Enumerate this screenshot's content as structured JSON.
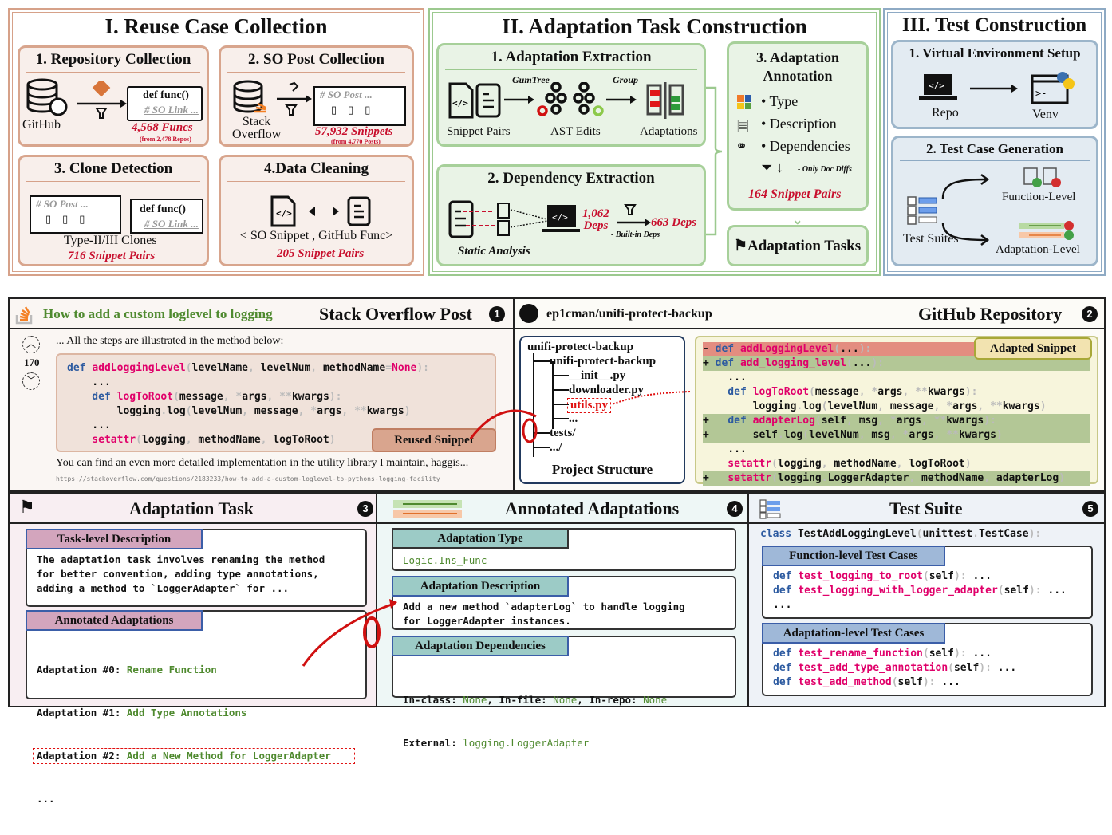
{
  "stage1": {
    "title": "I. Reuse Case Collection",
    "repo": {
      "title": "1. Repository Collection",
      "source": "GitHub",
      "code": "def func()",
      "comment": "# SO Link ...",
      "stat": "4,568 Funcs",
      "sub": "(from 2,478 Repos)"
    },
    "so": {
      "title": "2. SO Post Collection",
      "source_line1": "Stack",
      "source_line2": "Overflow",
      "comment": "# SO Post ...",
      "stat": "57,932 Snippets",
      "sub": "(from 4,770 Posts)"
    },
    "clone": {
      "title": "3. Clone Detection",
      "comment": "# SO Post ...",
      "code": "def func()",
      "link": "# SO Link ...",
      "label": "Type-II/III Clones",
      "stat": "716  Snippet Pairs"
    },
    "clean": {
      "title": "4.Data Cleaning",
      "label": "< SO Snippet , GitHub Func>",
      "stat": "205 Snippet Pairs"
    }
  },
  "stage2": {
    "title": "II. Adaptation Task Construction",
    "extract": {
      "title": "1. Adaptation Extraction",
      "arrow1": "GumTree",
      "arrow2": "Group",
      "l1": "Snippet Pairs",
      "l2": "AST Edits",
      "l3": "Adaptations"
    },
    "dep": {
      "title": "2. Dependency Extraction",
      "label": "Static Analysis",
      "stat1a": "1,062",
      "stat1b": "Deps",
      "stat2": "663 Deps",
      "filter": "- Built-in Deps"
    },
    "annot": {
      "title1": "3. Adaptation",
      "title2": "Annotation",
      "items": [
        "• Type",
        "• Description",
        "• Dependencies"
      ],
      "filter": "- Only Doc Diffs",
      "stat": "164 Snippet Pairs"
    },
    "tasks": "Adaptation Tasks"
  },
  "stage3": {
    "title": "III. Test Construction",
    "venv": {
      "title": "1. Virtual Environment Setup",
      "l1": "Repo",
      "l2": "Venv"
    },
    "gen": {
      "title": "2. Test Case Generation",
      "l1": "Test Suites",
      "l2": "Function-Level",
      "l3": "Adaptation-Level"
    }
  },
  "so_post": {
    "question": "How to add a custom loglevel to logging",
    "title": "Stack Overflow Post",
    "num": "1",
    "votes": "170",
    "intro": "... All the steps are illustrated in the method below:",
    "code": [
      [
        [
          "kw",
          "def "
        ],
        [
          "fn",
          "addLoggingLevel"
        ],
        [
          "pn",
          "("
        ],
        [
          "",
          "levelName"
        ],
        [
          "pn",
          ", "
        ],
        [
          "",
          "levelNum"
        ],
        [
          "pn",
          ", "
        ],
        [
          "",
          "methodName"
        ],
        [
          "pn",
          "="
        ],
        [
          "fn",
          "None"
        ],
        [
          "pn",
          "):"
        ]
      ],
      [
        [
          "",
          "    ..."
        ]
      ],
      [
        [
          "kw",
          "    def "
        ],
        [
          "fn",
          "logToRoot"
        ],
        [
          "pn",
          "("
        ],
        [
          "",
          "message"
        ],
        [
          "pn",
          ", *"
        ],
        [
          "",
          "args"
        ],
        [
          "pn",
          ", **"
        ],
        [
          "",
          "kwargs"
        ],
        [
          "pn",
          "):"
        ]
      ],
      [
        [
          "",
          "        logging"
        ],
        [
          "pn",
          "."
        ],
        [
          "",
          "log"
        ],
        [
          "pn",
          "("
        ],
        [
          "",
          "levelNum"
        ],
        [
          "pn",
          ", "
        ],
        [
          "",
          "message"
        ],
        [
          "pn",
          ", *"
        ],
        [
          "",
          "args"
        ],
        [
          "pn",
          ", **"
        ],
        [
          "",
          "kwargs"
        ],
        [
          "pn",
          ")"
        ]
      ],
      [
        [
          "",
          "    ..."
        ]
      ],
      [
        [
          "fn",
          "    setattr"
        ],
        [
          "pn",
          "("
        ],
        [
          "",
          "logging"
        ],
        [
          "pn",
          ", "
        ],
        [
          "",
          "methodName"
        ],
        [
          "pn",
          ", "
        ],
        [
          "",
          "logToRoot"
        ],
        [
          "pn",
          ")"
        ]
      ]
    ],
    "reused_label": "Reused Snippet",
    "footer": "You can find an even more detailed implementation in the utility library I maintain, haggis...",
    "url": "https://stackoverflow.com/questions/2183233/how-to-add-a-custom-loglevel-to-pythons-logging-facility"
  },
  "github": {
    "repo": "ep1cman/unifi-protect-backup",
    "title": "GitHub Repository",
    "num": "2",
    "tree": [
      "unifi-protect-backup",
      "unifi-protect-backup",
      "__init__.py",
      "downloader.py",
      "utils.py",
      "...",
      "tests/",
      ".../"
    ],
    "tree_label": "Project Structure",
    "adapted_label": "Adapted Snippet",
    "diff": [
      {
        "t": "del",
        "c": [
          [
            "",
            "- "
          ],
          [
            "kw",
            "def "
          ],
          [
            "fn",
            "addLoggingLevel"
          ],
          [
            "pn",
            "("
          ],
          [
            "",
            "..."
          ],
          [
            "pn",
            "):"
          ]
        ]
      },
      {
        "t": "add",
        "c": [
          [
            "",
            "+ "
          ],
          [
            "kw",
            "def "
          ],
          [
            "fn",
            "add_logging_level"
          ],
          [
            "pn",
            "("
          ],
          [
            "",
            "..."
          ],
          [
            "pn",
            "):"
          ]
        ]
      },
      {
        "t": "",
        "c": [
          [
            "",
            "    ..."
          ]
        ]
      },
      {
        "t": "",
        "c": [
          [
            "kw",
            "    def "
          ],
          [
            "fn",
            "logToRoot"
          ],
          [
            "pn",
            "("
          ],
          [
            "",
            "message"
          ],
          [
            "pn",
            ", *"
          ],
          [
            "",
            "args"
          ],
          [
            "pn",
            ", **"
          ],
          [
            "",
            "kwargs"
          ],
          [
            "pn",
            "):"
          ]
        ]
      },
      {
        "t": "",
        "c": [
          [
            "",
            "        logging"
          ],
          [
            "pn",
            "."
          ],
          [
            "",
            "log"
          ],
          [
            "pn",
            "("
          ],
          [
            "",
            "levelNum"
          ],
          [
            "pn",
            ", "
          ],
          [
            "",
            "message"
          ],
          [
            "pn",
            ", *"
          ],
          [
            "",
            "args"
          ],
          [
            "pn",
            ", **"
          ],
          [
            "",
            "kwargs"
          ],
          [
            "pn",
            ")"
          ]
        ]
      },
      {
        "t": "add",
        "c": [
          [
            "",
            "+   "
          ],
          [
            "kw",
            "def "
          ],
          [
            "fn",
            "adapterLog"
          ],
          [
            "pn",
            "("
          ],
          [
            "",
            "self"
          ],
          [
            "pn",
            ", "
          ],
          [
            "",
            "msg"
          ],
          [
            "pn",
            ", *"
          ],
          [
            "",
            "args"
          ],
          [
            "pn",
            ", **"
          ],
          [
            "",
            "kwargs"
          ],
          [
            "pn",
            "):"
          ]
        ]
      },
      {
        "t": "add",
        "c": [
          [
            "",
            "+       self"
          ],
          [
            "pn",
            "."
          ],
          [
            "",
            "log"
          ],
          [
            "pn",
            "("
          ],
          [
            "",
            "levelNum"
          ],
          [
            "pn",
            ", "
          ],
          [
            "",
            "msg"
          ],
          [
            "pn",
            ", *"
          ],
          [
            "",
            "args"
          ],
          [
            "pn",
            ", **"
          ],
          [
            "",
            "kwargs"
          ],
          [
            "pn",
            ")"
          ]
        ]
      },
      {
        "t": "",
        "c": [
          [
            "",
            "    ..."
          ]
        ]
      },
      {
        "t": "",
        "c": [
          [
            "fn",
            "    setattr"
          ],
          [
            "pn",
            "("
          ],
          [
            "",
            "logging"
          ],
          [
            "pn",
            ", "
          ],
          [
            "",
            "methodName"
          ],
          [
            "pn",
            ", "
          ],
          [
            "",
            "logToRoot"
          ],
          [
            "pn",
            ")"
          ]
        ]
      },
      {
        "t": "add",
        "c": [
          [
            "",
            "+   "
          ],
          [
            "fn",
            "setattr"
          ],
          [
            "pn",
            "("
          ],
          [
            "",
            "logging"
          ],
          [
            "pn",
            "."
          ],
          [
            "",
            "LoggerAdapter"
          ],
          [
            "pn",
            ", "
          ],
          [
            "",
            "methodName"
          ],
          [
            "pn",
            ", "
          ],
          [
            "",
            "adapterLog"
          ],
          [
            "pn",
            ")"
          ]
        ]
      }
    ]
  },
  "task": {
    "title": "Adaptation Task",
    "num": "3",
    "desc_tag": "Task-level Description",
    "desc": [
      "The adaptation task involves renaming the method",
      "for better convention, adding type annotations,",
      "adding a method to `LoggerAdapter` for ..."
    ],
    "annot_tag": "Annotated Adaptations",
    "adaptations": [
      {
        "k": "Adaptation #0: ",
        "v": "Rename Function"
      },
      {
        "k": "Adaptation #1: ",
        "v": "Add Type Annotations"
      },
      {
        "k": "Adaptation #2: ",
        "v": "Add a New Method for LoggerAdapter"
      }
    ],
    "ellipsis": "..."
  },
  "annotated": {
    "title": "Annotated Adaptations",
    "num": "4",
    "type_tag": "Adaptation Type",
    "type": "Logic.Ins_Func",
    "desc_tag": "Adaptation Description",
    "desc": [
      "Add a new method `adapterLog` to handle logging",
      "for LoggerAdapter instances."
    ],
    "dep_tag": "Adaptation Dependencies",
    "deps": {
      "inclass_k": "In-class: ",
      "inclass_v": "None",
      "infile_k": ", In-file: ",
      "infile_v": "None",
      "inrepo_k": ", In-repo: ",
      "inrepo_v": "None",
      "ext_k": "External: ",
      "ext_v": "logging.LoggerAdapter"
    }
  },
  "tests": {
    "title": "Test Suite",
    "num": "5",
    "class_kw": "class ",
    "class_name": "TestAddLoggingLevel",
    "class_base": "unittest",
    "class_base2": "TestCase",
    "func_tag": "Function-level Test Cases",
    "func_tests": [
      "test_logging_to_root",
      "test_logging_with_logger_adapter"
    ],
    "adapt_tag": "Adaptation-level Test Cases",
    "adapt_tests": [
      "test_rename_function",
      "test_add_type_annotation",
      "test_add_method"
    ],
    "def_kw": "def ",
    "self_sig_a": "(",
    "self_word": "self",
    "self_sig_b": "): ",
    "dots": "..."
  },
  "colors": {
    "accent_red": "#c8102e",
    "code_kw": "#2c5aa0",
    "code_fn": "#e0006a",
    "code_green": "#4f8a2f"
  }
}
